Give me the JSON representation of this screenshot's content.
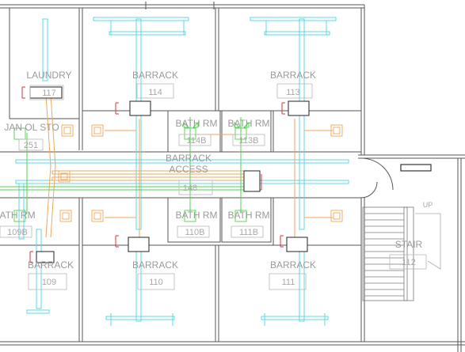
{
  "rooms": [
    {
      "key": "laundry",
      "name": "LAUNDRY",
      "number": "117"
    },
    {
      "key": "barrack114",
      "name": "BARRACK",
      "number": "114"
    },
    {
      "key": "barrack113",
      "name": "BARRACK",
      "number": "113"
    },
    {
      "key": "janitor",
      "name": "JAN OL STO",
      "number": "251"
    },
    {
      "key": "bath114b",
      "name": "BATH RM",
      "number": "114B"
    },
    {
      "key": "bath113b",
      "name": "BATH RM",
      "number": "113B"
    },
    {
      "key": "access",
      "name": "BARRACK",
      "name2": "ACCESS",
      "number": "148"
    },
    {
      "key": "bath109b",
      "name": "BATH RM",
      "number": "109B"
    },
    {
      "key": "bath110b",
      "name": "BATH RM",
      "number": "110B"
    },
    {
      "key": "bath111b",
      "name": "BATH RM",
      "number": "111B"
    },
    {
      "key": "barrack109",
      "name": "BARRACK",
      "number": "109"
    },
    {
      "key": "barrack110",
      "name": "BARRACK",
      "number": "110"
    },
    {
      "key": "barrack111",
      "name": "BARRACK",
      "number": "111"
    },
    {
      "key": "stair",
      "name": "STAIR",
      "number": "112"
    }
  ],
  "stair_direction": "UP",
  "colors": {
    "wall": "#555555",
    "supply_duct": "#59d8e6",
    "return_duct": "#f2a65a",
    "exhaust_duct": "#4cd64c",
    "equipment_red": "#e0303a",
    "label_gray": "#9a9a9a"
  }
}
